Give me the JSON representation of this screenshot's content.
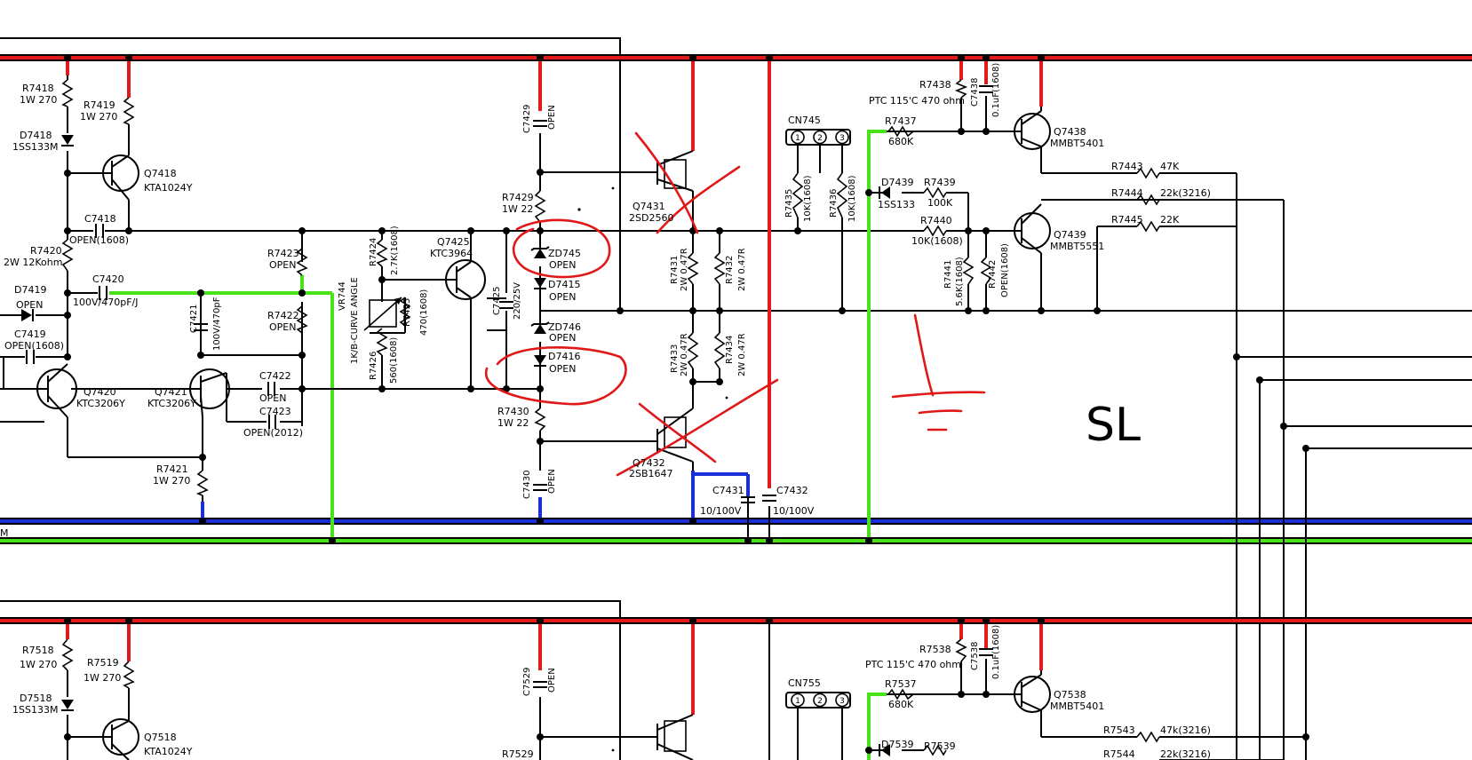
{
  "section_label": "SL",
  "colors": {
    "positive_rail": "#e21a1a",
    "negative_rail": "#1a2fd6",
    "ground_rail": "#49e21a",
    "annotation": "#e01818"
  },
  "labels": [
    {
      "ref": "R7418",
      "val": "1W 270"
    },
    {
      "ref": "R7419",
      "val": "1W 270"
    },
    {
      "ref": "D7418",
      "val": "1SS133M"
    },
    {
      "ref": "Q7418",
      "val": "KTA1024Y"
    },
    {
      "ref": "C7418",
      "val": "OPEN(1608)"
    },
    {
      "ref": "R7420",
      "val": "2W 12Kohm"
    },
    {
      "ref": "D7419",
      "val": "OPEN"
    },
    {
      "ref": "C7420",
      "val": "100V/470pF/J"
    },
    {
      "ref": "C7419",
      "val": "OPEN(1608)"
    },
    {
      "ref": "Q7420",
      "val": "KTC3206Y"
    },
    {
      "ref": "C7421",
      "val": "100V/470pF"
    },
    {
      "ref": "Q7421",
      "val": "KTC3206Y"
    },
    {
      "ref": "C7422",
      "val": "OPEN"
    },
    {
      "ref": "C7423",
      "val": "OPEN(2012)"
    },
    {
      "ref": "R7421",
      "val": "1W 270"
    },
    {
      "ref": "R7423",
      "val": "OPEN"
    },
    {
      "ref": "R7422",
      "val": "OPEN"
    },
    {
      "ref": "VR744",
      "val": "1K/B-CURVE ANGLE"
    },
    {
      "ref": "R7424",
      "val": "2.7K(1608)"
    },
    {
      "ref": "R7425",
      "val": "470(1608)"
    },
    {
      "ref": "R7426",
      "val": "560(1608)"
    },
    {
      "ref": "Q7425",
      "val": "KTC3964"
    },
    {
      "ref": "C7425",
      "val": "220/25V"
    },
    {
      "ref": "C7429",
      "val": "OPEN"
    },
    {
      "ref": "R7429",
      "val": "1W 22"
    },
    {
      "ref": "ZD745",
      "val": "OPEN"
    },
    {
      "ref": "D7415",
      "val": "OPEN"
    },
    {
      "ref": "ZD746",
      "val": "OPEN"
    },
    {
      "ref": "D7416",
      "val": "OPEN"
    },
    {
      "ref": "R7430",
      "val": "1W 22"
    },
    {
      "ref": "C7430",
      "val": "OPEN"
    },
    {
      "ref": "Q7431",
      "val": "2SD2560"
    },
    {
      "ref": "Q7432",
      "val": "2SB1647"
    },
    {
      "ref": "R7431",
      "val": "2W 0.47R"
    },
    {
      "ref": "R7432",
      "val": "2W 0.47R"
    },
    {
      "ref": "R7433",
      "val": "2W 0.47R"
    },
    {
      "ref": "R7434",
      "val": "2W 0.47R"
    },
    {
      "ref": "C7431",
      "val": "10/100V"
    },
    {
      "ref": "C7432",
      "val": "10/100V"
    },
    {
      "ref": "CN745",
      "val": ""
    },
    {
      "ref": "R7435",
      "val": "10K(1608)"
    },
    {
      "ref": "R7436",
      "val": "10K(1608)"
    },
    {
      "ref": "R7438",
      "val": "PTC 115'C 470 ohm"
    },
    {
      "ref": "C7438",
      "val": "0.1uF(1608)"
    },
    {
      "ref": "R7437",
      "val": "680K"
    },
    {
      "ref": "Q7438",
      "val": "MMBT5401"
    },
    {
      "ref": "D7439",
      "val": "1SS133"
    },
    {
      "ref": "R7439",
      "val": "100K"
    },
    {
      "ref": "R7440",
      "val": "10K(1608)"
    },
    {
      "ref": "R7441",
      "val": "5.6K(1608)"
    },
    {
      "ref": "R7442",
      "val": "OPEN(1608)"
    },
    {
      "ref": "Q7439",
      "val": "MMBT5551"
    },
    {
      "ref": "R7443",
      "val": "47K"
    },
    {
      "ref": "R7444",
      "val": "22k(3216)"
    },
    {
      "ref": "R7445",
      "val": "22K"
    },
    {
      "ref": "R7518",
      "val": "1W 270"
    },
    {
      "ref": "R7519",
      "val": "1W 270"
    },
    {
      "ref": "D7518",
      "val": "1SS133M"
    },
    {
      "ref": "Q7518",
      "val": "KTA1024Y"
    },
    {
      "ref": "C7529",
      "val": "OPEN"
    },
    {
      "ref": "R7529",
      "val": ""
    },
    {
      "ref": "CN755",
      "val": ""
    },
    {
      "ref": "R7538",
      "val": "PTC 115'C 470 ohm"
    },
    {
      "ref": "C7538",
      "val": "0.1uF(1608)"
    },
    {
      "ref": "R7537",
      "val": "680K"
    },
    {
      "ref": "Q7538",
      "val": "MMBT5401"
    },
    {
      "ref": "D7539",
      "val": ""
    },
    {
      "ref": "R7539",
      "val": ""
    },
    {
      "ref": "R7543",
      "val": "47k(3216)"
    },
    {
      "ref": "R7544",
      "val": "22k(3216)"
    }
  ],
  "connector_pins": [
    "1",
    "2",
    "3"
  ],
  "edge_text": "M"
}
